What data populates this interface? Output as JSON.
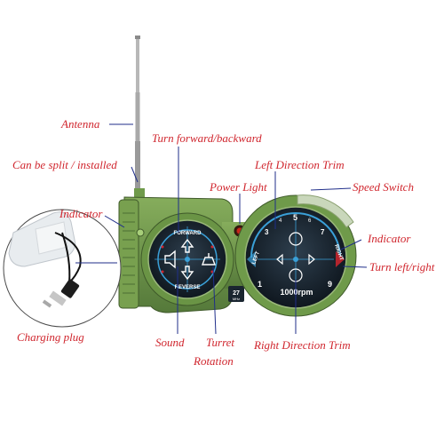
{
  "colors": {
    "label_red": "#d0262e",
    "leader_blue": "#1f2e8a",
    "body_green": "#6f9a4a",
    "dial_dark": "#1a2530"
  },
  "labels": {
    "antenna": "Antenna",
    "turn_forward_backward": "Turn forward/backward",
    "can_be_split": "Can be split / installed",
    "left_direction_trim": "Left Direction Trim",
    "power_light": "Power Light",
    "speed_switch": "Speed Switch",
    "indicator_left": "Indicator",
    "indicator_right": "Indicator",
    "turn_left_right": "Turn left/right",
    "charging_plug": "Charging plug",
    "sound": "Sound",
    "turret_line1": "Turret",
    "turret_line2": "Rotation",
    "right_direction_trim": "Right Direction Trim"
  },
  "device": {
    "left_dial": {
      "top_text": "FORWARD",
      "bottom_text": "REVERSE",
      "badge_value": "27",
      "badge_unit": "MHz"
    },
    "right_dial": {
      "numbers": [
        "1",
        "3",
        "5",
        "7",
        "9"
      ],
      "small_numbers": [
        "4",
        "6"
      ],
      "left_text": "LEFT",
      "right_text": "RIGHT",
      "rpm_text": "1000rpm"
    }
  }
}
